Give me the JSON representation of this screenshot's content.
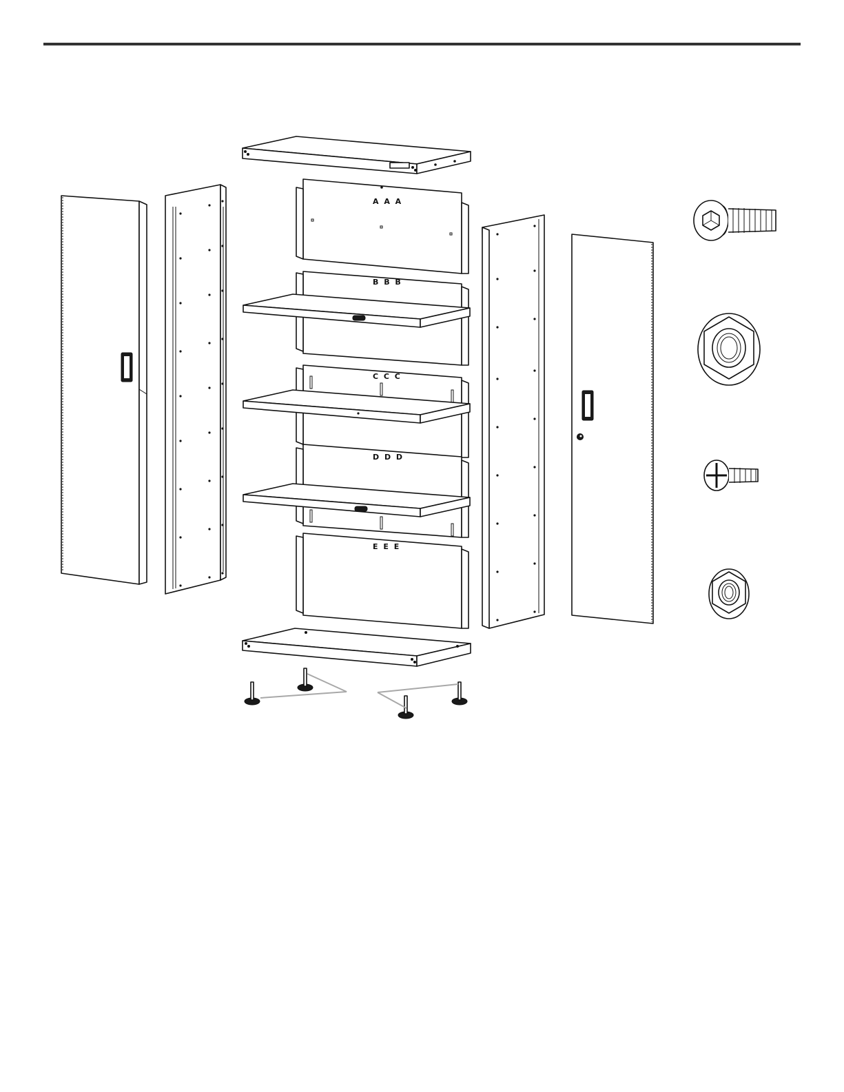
{
  "panel_labels": {
    "a": "A A A",
    "b": "B B B",
    "c": "C C C",
    "d": "D D D",
    "e": "E E E"
  },
  "colors": {
    "line": "#111111",
    "rule": "#333333",
    "leader": "#a8a8a8",
    "background": "#ffffff"
  },
  "icons": [
    "hex-socket-button-bolt-icon",
    "large-flange-nut-icon",
    "phillips-truss-screw-icon",
    "small-flange-nut-icon",
    "leveling-foot-icon"
  ]
}
